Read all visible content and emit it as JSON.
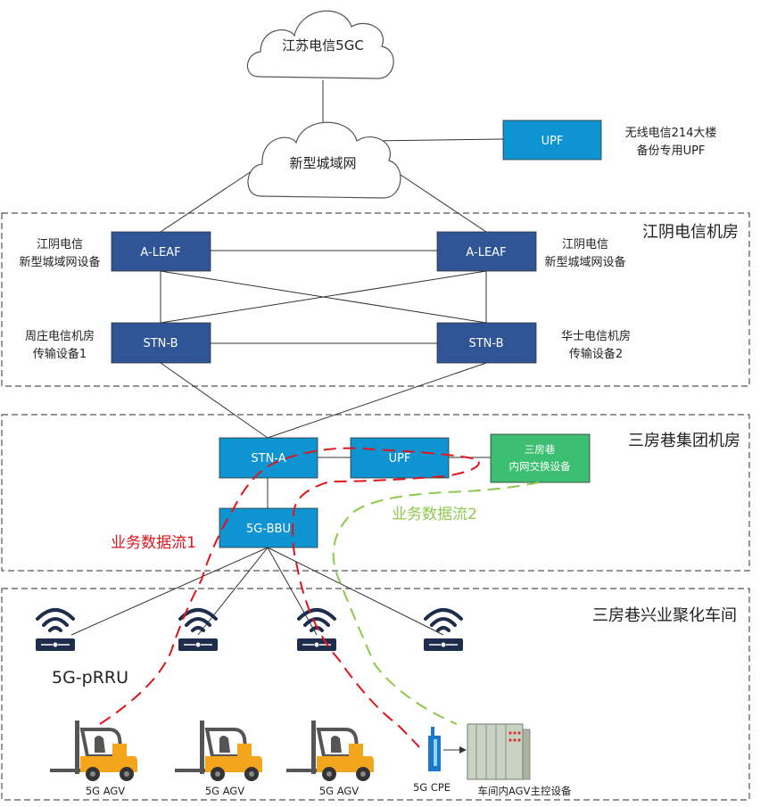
{
  "clouds": {
    "core": "江苏电信5GC",
    "metro": "新型城域网"
  },
  "upf_backup": {
    "box": "UPF",
    "note_line1": "无线电信214大楼",
    "note_line2": "备份专用UPF"
  },
  "zone_jiangyin": {
    "title": "江阴电信机房",
    "leaf_left": "A-LEAF",
    "leaf_right": "A-LEAF",
    "leaf_left_note1": "江阴电信",
    "leaf_left_note2": "新型城域网设备",
    "leaf_right_note1": "江阴电信",
    "leaf_right_note2": "新型城域网设备",
    "stnb_left": "STN-B",
    "stnb_right": "STN-B",
    "stnb_left_note1": "周庄电信机房",
    "stnb_left_note2": "传输设备1",
    "stnb_right_note1": "华士电信机房",
    "stnb_right_note2": "传输设备2"
  },
  "zone_group": {
    "title": "三房巷集团机房",
    "stna": "STN-A",
    "upf": "UPF",
    "switch_line1": "三房巷",
    "switch_line2": "内网交换设备",
    "bbu": "5G-BBU",
    "flow1": "业务数据流1",
    "flow2": "业务数据流2"
  },
  "zone_workshop": {
    "title": "三房巷兴业聚化车间",
    "prru_label": "5G-pRRU",
    "agv1": "5G AGV",
    "agv2": "5G AGV",
    "agv3": "5G AGV",
    "cpe": "5G CPE",
    "controller": "车间内AGV主控设备"
  },
  "colors": {
    "box_blue": "#2f5597",
    "box_cyan": "#0f94d2",
    "box_green": "#3dbf72",
    "flow_red": "#e0141b",
    "flow_green": "#8cc94e",
    "zone_dash": "#555555",
    "icon_dark": "#1f2d4d",
    "agv_yellow": "#f3a51c"
  }
}
